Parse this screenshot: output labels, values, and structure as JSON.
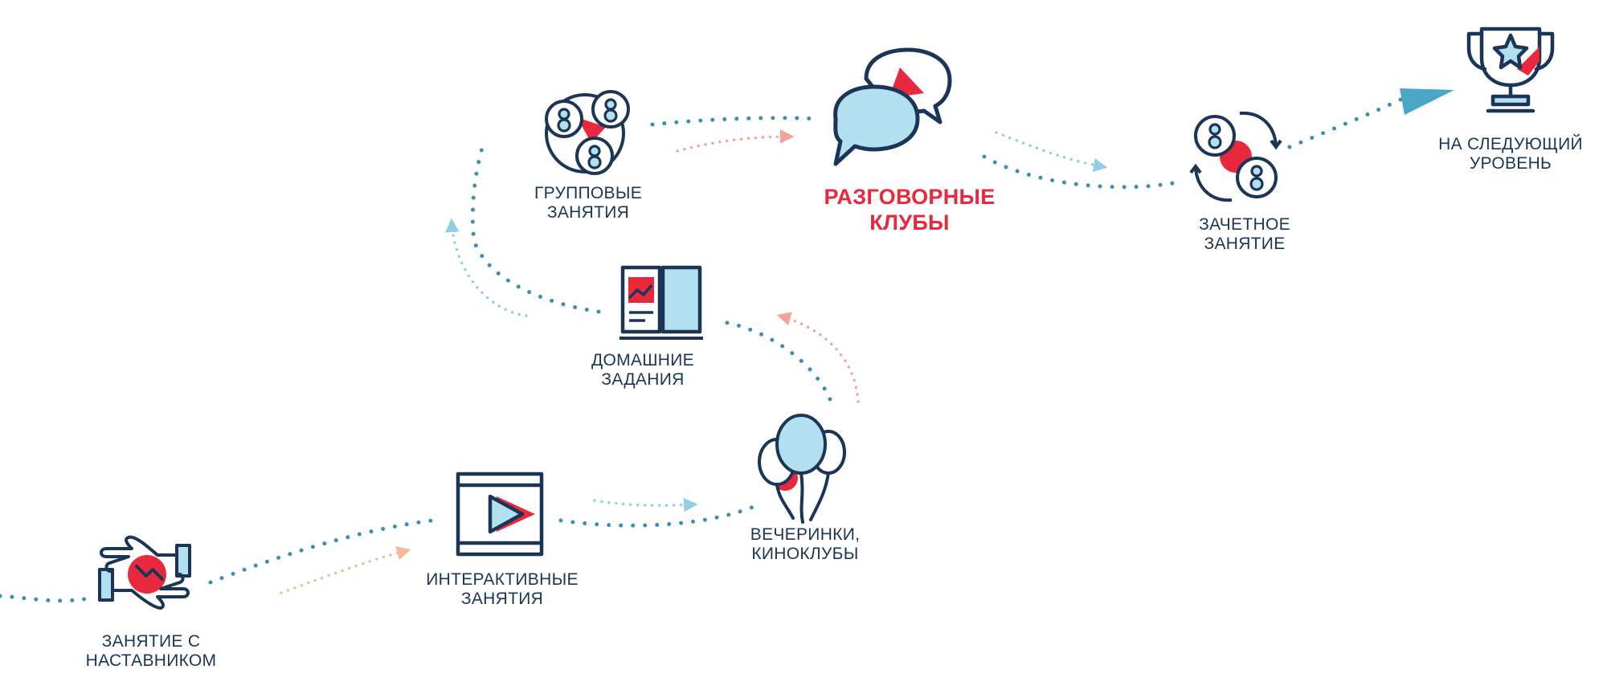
{
  "colors": {
    "navy": "#1b3557",
    "red": "#e8283c",
    "light_blue": "#b3e0ef",
    "dot_blue": "#3c8fb2",
    "arrow_blue": "#4aa8c6",
    "salmon": "#f4a39a",
    "peach": "#f7b99a",
    "pale_blue": "#8fd0e3"
  },
  "steps": [
    {
      "id": "mentor",
      "icon": "handshake-icon",
      "line1": "ЗАНЯТИЕ С",
      "line2": "НАСТАВНИКОМ",
      "highlight": false
    },
    {
      "id": "interactive",
      "icon": "video-play-icon",
      "line1": "ИНТЕРАКТИВНЫЕ",
      "line2": "ЗАНЯТИЯ",
      "highlight": false
    },
    {
      "id": "parties",
      "icon": "balloons-icon",
      "line1": "ВЕЧЕРИНКИ,",
      "line2": "КИНОКЛУБЫ",
      "highlight": false
    },
    {
      "id": "homework",
      "icon": "book-icon",
      "line1": "ДОМАШНИЕ",
      "line2": "ЗАДАНИЯ",
      "highlight": false
    },
    {
      "id": "group",
      "icon": "group-people-icon",
      "line1": "ГРУППОВЫЕ",
      "line2": "ЗАНЯТИЯ",
      "highlight": false
    },
    {
      "id": "clubs",
      "icon": "speech-bubbles-icon",
      "line1": "РАЗГОВОРНЫЕ",
      "line2": "КЛУБЫ",
      "highlight": true
    },
    {
      "id": "exam",
      "icon": "exchange-people-icon",
      "line1": "ЗАЧЕТНОЕ",
      "line2": "ЗАНЯТИЕ",
      "highlight": false
    },
    {
      "id": "next",
      "icon": "trophy-icon",
      "line1": "НА СЛЕДУЮЩИЙ",
      "line2": "УРОВЕНЬ",
      "highlight": false
    }
  ]
}
